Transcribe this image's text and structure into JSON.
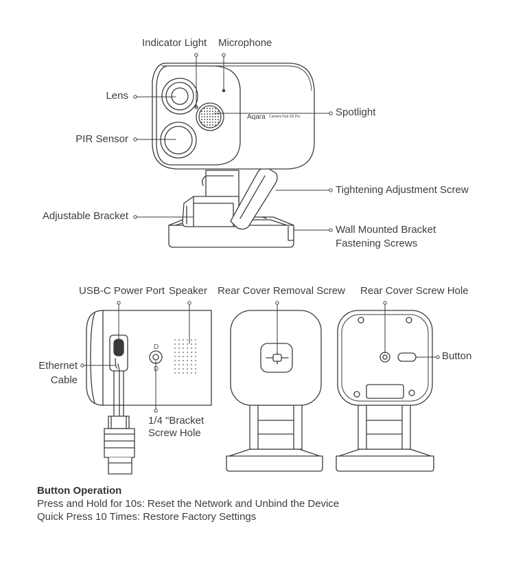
{
  "front_view": {
    "indicator_light": "Indicator Light",
    "microphone": "Microphone",
    "lens": "Lens",
    "pir_sensor": "PIR Sensor",
    "spotlight": "Spotlight",
    "tightening_screw": "Tightening Adjustment Screw",
    "adjustable_bracket": "Adjustable Bracket",
    "wall_bracket_line1": "Wall Mounted Bracket",
    "wall_bracket_line2": "Fastening Screws",
    "brand_mark": "Aqara",
    "product_text": "Camera Hub G5 Pro"
  },
  "rear_views": {
    "usbc_port": "USB-C Power Port",
    "speaker": "Speaker",
    "rear_cover_removal_screw": "Rear Cover Removal Screw",
    "rear_cover_screw_hole": "Rear Cover Screw Hole",
    "ethernet_line1": "Ethernet",
    "ethernet_line2": "Cable",
    "bracket_hole_line1": "1/4 \"Bracket",
    "bracket_hole_line2": "Screw Hole",
    "button": "Button"
  },
  "button_operation": {
    "title": "Button Operation",
    "line1": "Press and Hold for 10s: Reset the Network and Unbind the Device",
    "line2": "Quick Press 10 Times: Restore Factory Settings"
  }
}
